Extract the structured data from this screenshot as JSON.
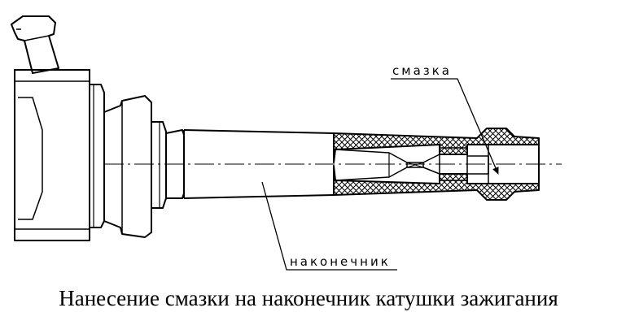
{
  "labels": {
    "lubricant": "смазка",
    "boot": "наконечник"
  },
  "caption": "Нанесение смазки на наконечник катушки зажигания",
  "colors": {
    "line": "#000000",
    "background": "#ffffff"
  }
}
